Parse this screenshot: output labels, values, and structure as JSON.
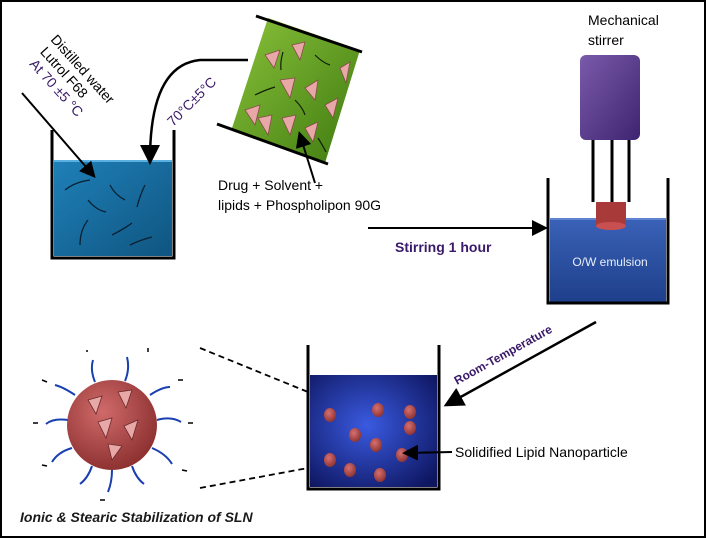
{
  "labels": {
    "water_line1": "Distilled water",
    "water_line2": "Lutrol F68",
    "water_temp": "At 70 ±5 °C",
    "transfer_temp": "70°C±5°C",
    "mixture_line1": "Drug + Solvent +",
    "mixture_line2": "lipids + Phospholipon 90G",
    "stirring": "Stirring 1 hour",
    "stirrer_line1": "Mechanical",
    "stirrer_line2": "stirrer",
    "emulsion": "O/W emulsion",
    "cooling": "Room-Temperature",
    "nanoparticle": "Solidified Lipid Nanoparticle",
    "stabilization": "Ionic & Stearic Stabilization of SLN"
  },
  "colors": {
    "water": "#1a6fa0",
    "lipid_box": "#5a9a1c",
    "drug": "#e8a8a8",
    "stirrer": "#5a3a8a",
    "emulsion": "#2a4fa0",
    "nano_bath": "#1a2a8a",
    "particle": "#b04848",
    "purple_text": "#3a1a6a"
  }
}
